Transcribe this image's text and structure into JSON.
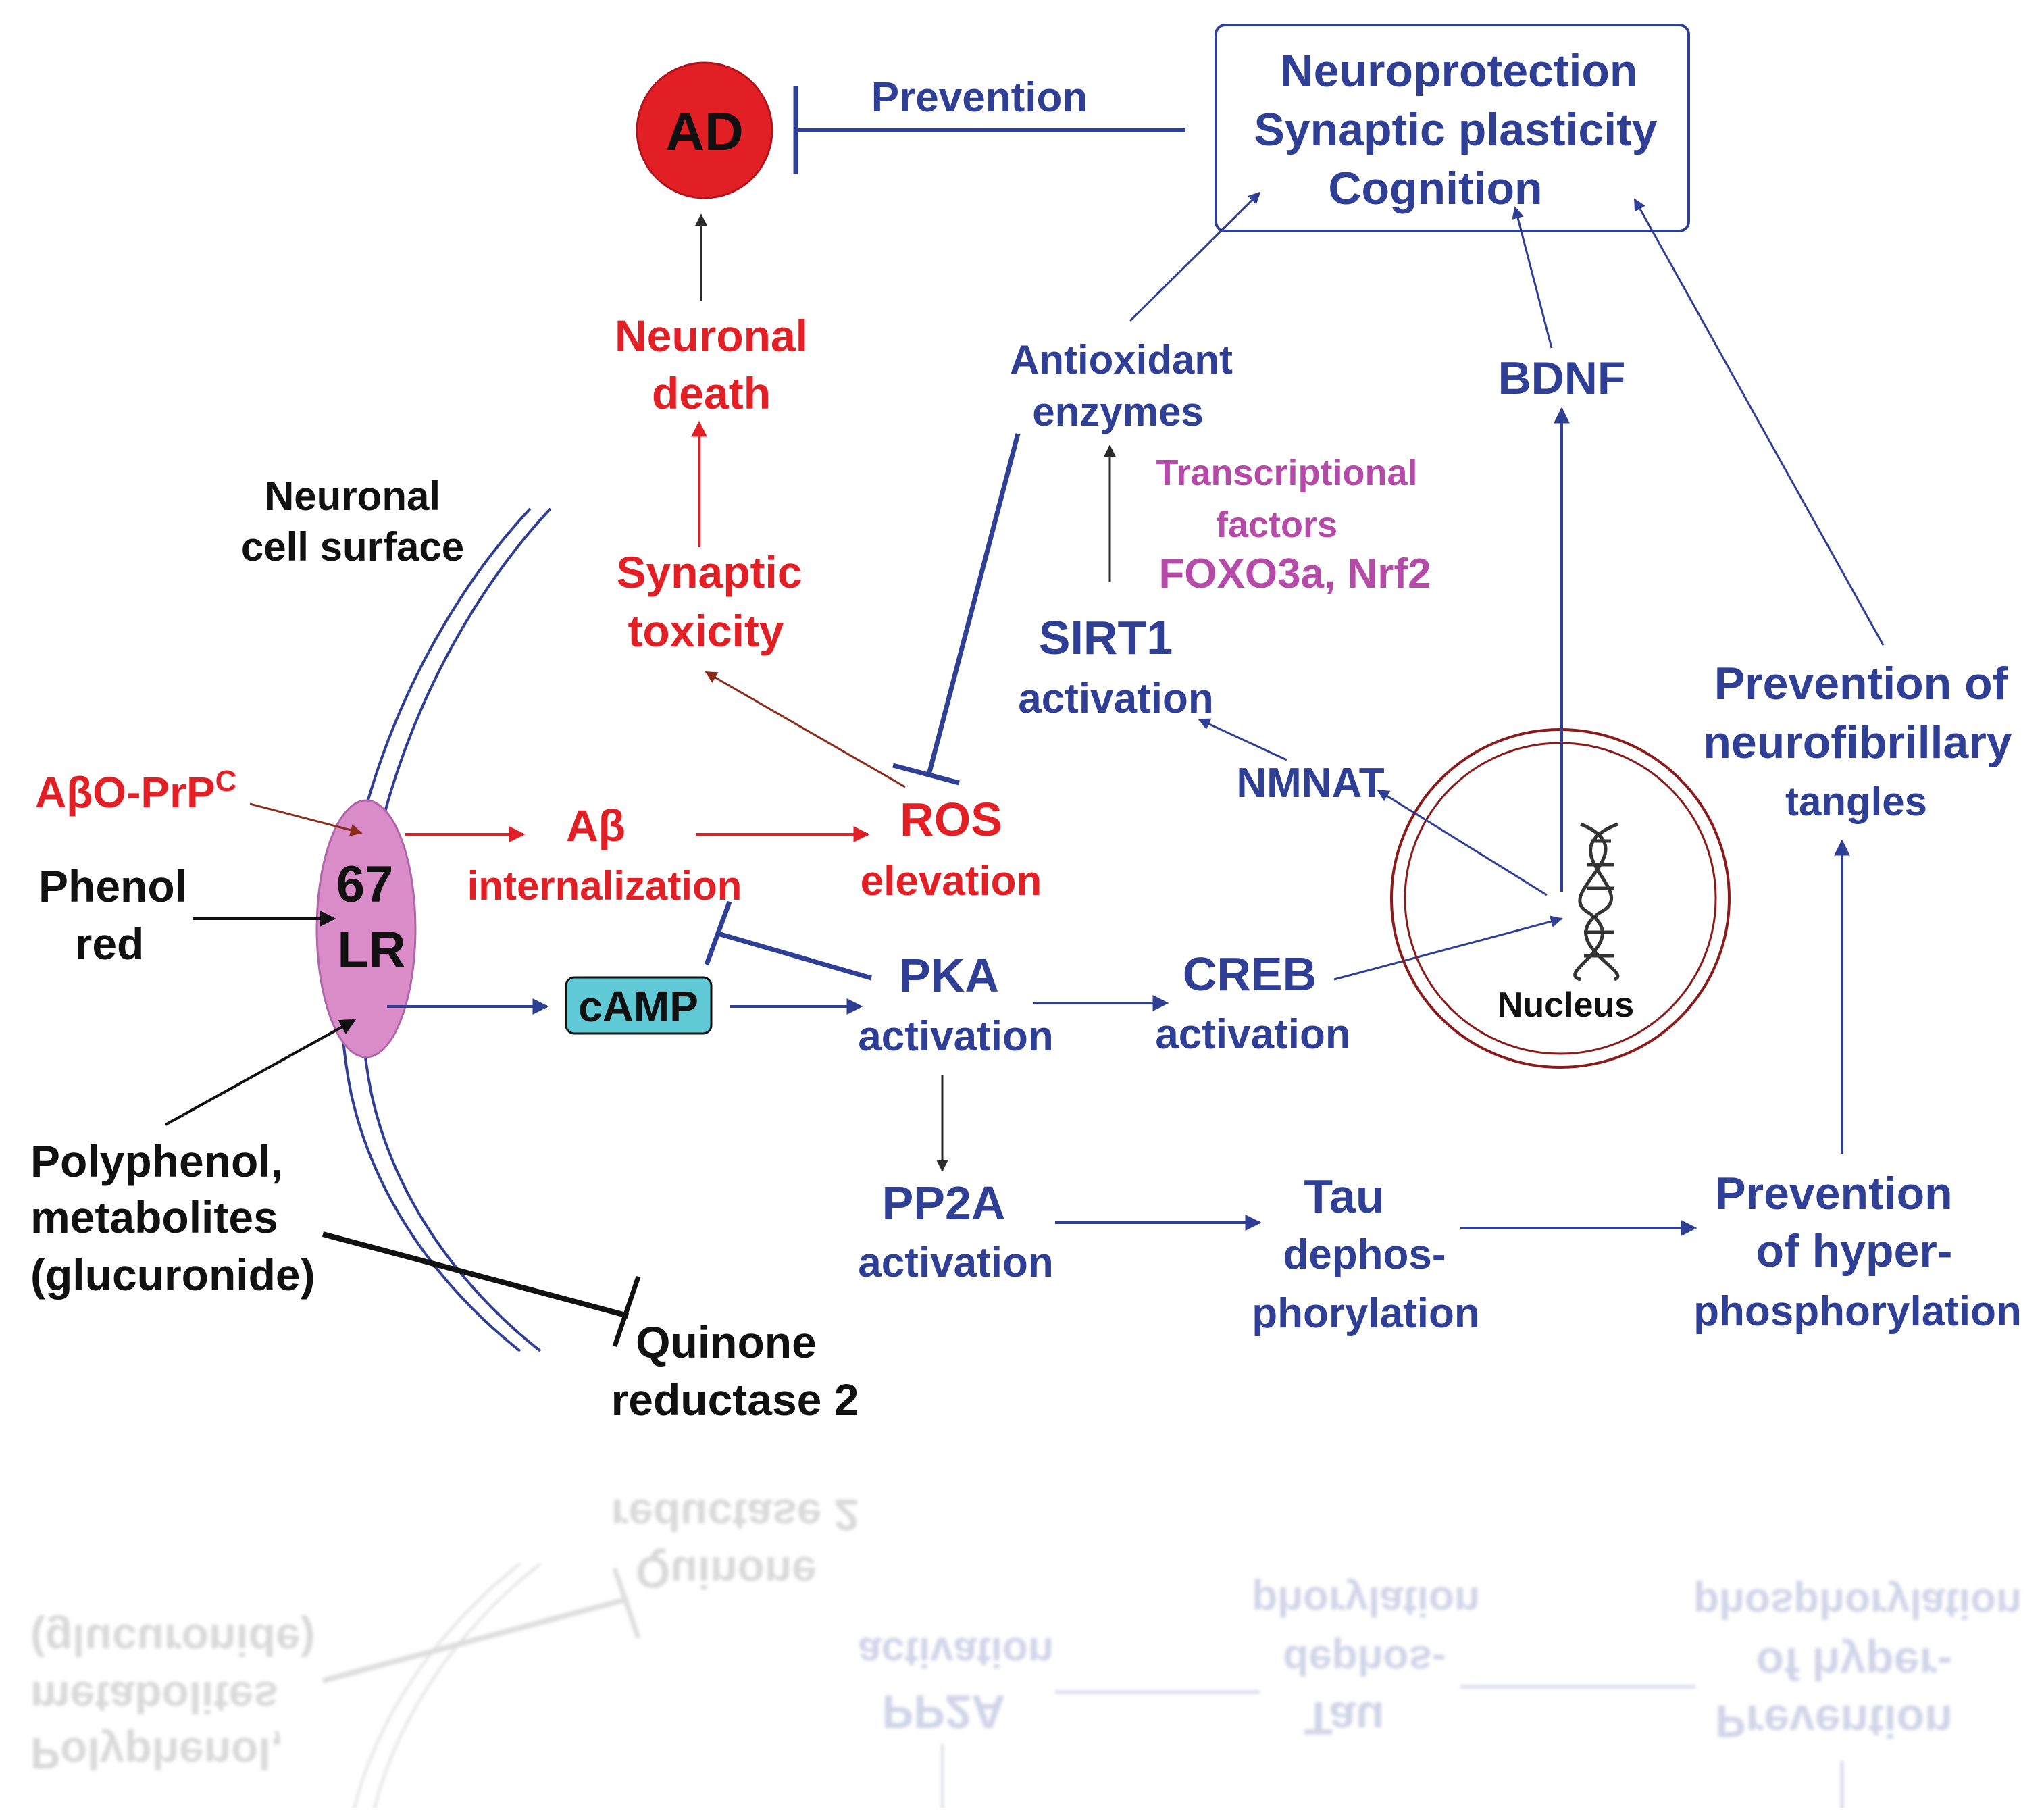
{
  "colors": {
    "blue": "#2e3f95",
    "red": "#e31f26",
    "black": "#111111",
    "magenta": "#b64aa8",
    "receptor": "#d98cc8",
    "camp_box": "#5fc9d6",
    "nucleus_ring": "#8b1a1a"
  },
  "labels": {
    "ad": "AD",
    "prevention": "Prevention",
    "neuroprotection": "Neuroprotection",
    "synaptic_plasticity": "Synaptic plasticity",
    "cognition": "Cognition",
    "neuronal_death_1": "Neuronal",
    "neuronal_death_2": "death",
    "synaptic_toxicity_1": "Synaptic",
    "synaptic_toxicity_2": "toxicity",
    "antioxidant_1": "Antioxidant",
    "antioxidant_2": "enzymes",
    "bdnf": "BDNF",
    "tf_1": "Transcriptional",
    "tf_2": "factors",
    "tf_3": "FOXO3a, Nrf2",
    "sirt1_1": "SIRT1",
    "sirt1_2": "activation",
    "prev_nft_1": "Prevention of",
    "prev_nft_2": "neurofibrillary",
    "prev_nft_3": "tangles",
    "cell_surface_1": "Neuronal",
    "cell_surface_2": "cell surface",
    "abo_prp_main": "AβO-PrP",
    "abo_prp_sup": "C",
    "ab_1": "Aβ",
    "ab_2": "internalization",
    "ros_1": "ROS",
    "ros_2": "elevation",
    "nmnat": "NMNAT",
    "phenol_1": "Phenol",
    "phenol_2": "red",
    "lr_1": "67",
    "lr_2": "LR",
    "camp": "cAMP",
    "pka_1": "PKA",
    "pka_2": "activation",
    "creb_1": "CREB",
    "creb_2": "activation",
    "nucleus": "Nucleus",
    "polyphenol_1": "Polyphenol,",
    "polyphenol_2": "metabolites",
    "polyphenol_3": "(glucuronide)",
    "pp2a_1": "PP2A",
    "pp2a_2": "activation",
    "tau_1": "Tau",
    "tau_2": "dephos-",
    "tau_3": "phorylation",
    "prev_hyper_1": "Prevention",
    "prev_hyper_2": "of hyper-",
    "prev_hyper_3": "phosphorylation",
    "quinone_1": "Quinone",
    "quinone_2": "reductase 2"
  }
}
